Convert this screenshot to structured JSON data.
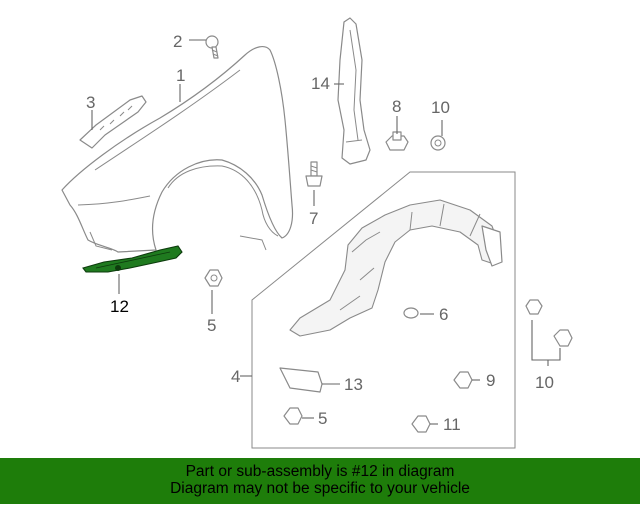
{
  "callouts": {
    "c1": "1",
    "c2": "2",
    "c3": "3",
    "c4": "4",
    "c5a": "5",
    "c5b": "5",
    "c6": "6",
    "c7": "7",
    "c8": "8",
    "c9": "9",
    "c10a": "10",
    "c10b": "10",
    "c11": "11",
    "c12": "12",
    "c13": "13",
    "c14": "14"
  },
  "highlighted_part": "12",
  "colors": {
    "highlight_part": "#1f7a1f",
    "footer_background": "#1e7d0a",
    "line_art": "#8a8a8a"
  },
  "footer": {
    "line1": "Part or sub-assembly is #12 in diagram",
    "line2": "Diagram may not be specific to your vehicle"
  }
}
